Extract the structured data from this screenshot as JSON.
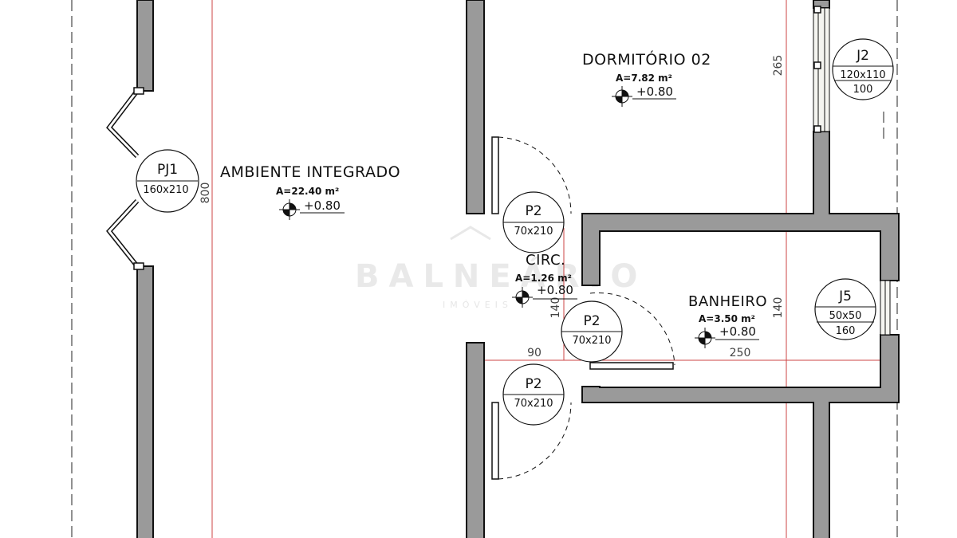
{
  "watermark": {
    "brand": "BALNEÁRIO",
    "sub": "IMÓVEIS"
  },
  "rooms": [
    {
      "name": "AMBIENTE INTEGRADO",
      "area": "A=22.40 m²",
      "level": "+0.80"
    },
    {
      "name": "DORMITÓRIO 02",
      "area": "A=7.82 m²",
      "level": "+0.80"
    },
    {
      "name": "CIRC.",
      "area": "A=1.26 m²",
      "level": "+0.80"
    },
    {
      "name": "BANHEIRO",
      "area": "A=3.50 m²",
      "level": "+0.80"
    }
  ],
  "openings": [
    {
      "code": "PJ1",
      "size": "160x210",
      "sill": ""
    },
    {
      "code": "J2",
      "size": "120x110",
      "sill": "100"
    },
    {
      "code": "P2",
      "size": "70x210",
      "sill": ""
    },
    {
      "code": "P2",
      "size": "70x210",
      "sill": ""
    },
    {
      "code": "P2",
      "size": "70x210",
      "sill": ""
    },
    {
      "code": "J5",
      "size": "50x50",
      "sill": "160"
    }
  ],
  "dimensions": [
    "800",
    "265",
    "140",
    "140",
    "90",
    "250"
  ],
  "colors": {
    "wall_fill": "#9a9a9a",
    "dimension_line": "#cc4444",
    "background": "#ffffff"
  }
}
